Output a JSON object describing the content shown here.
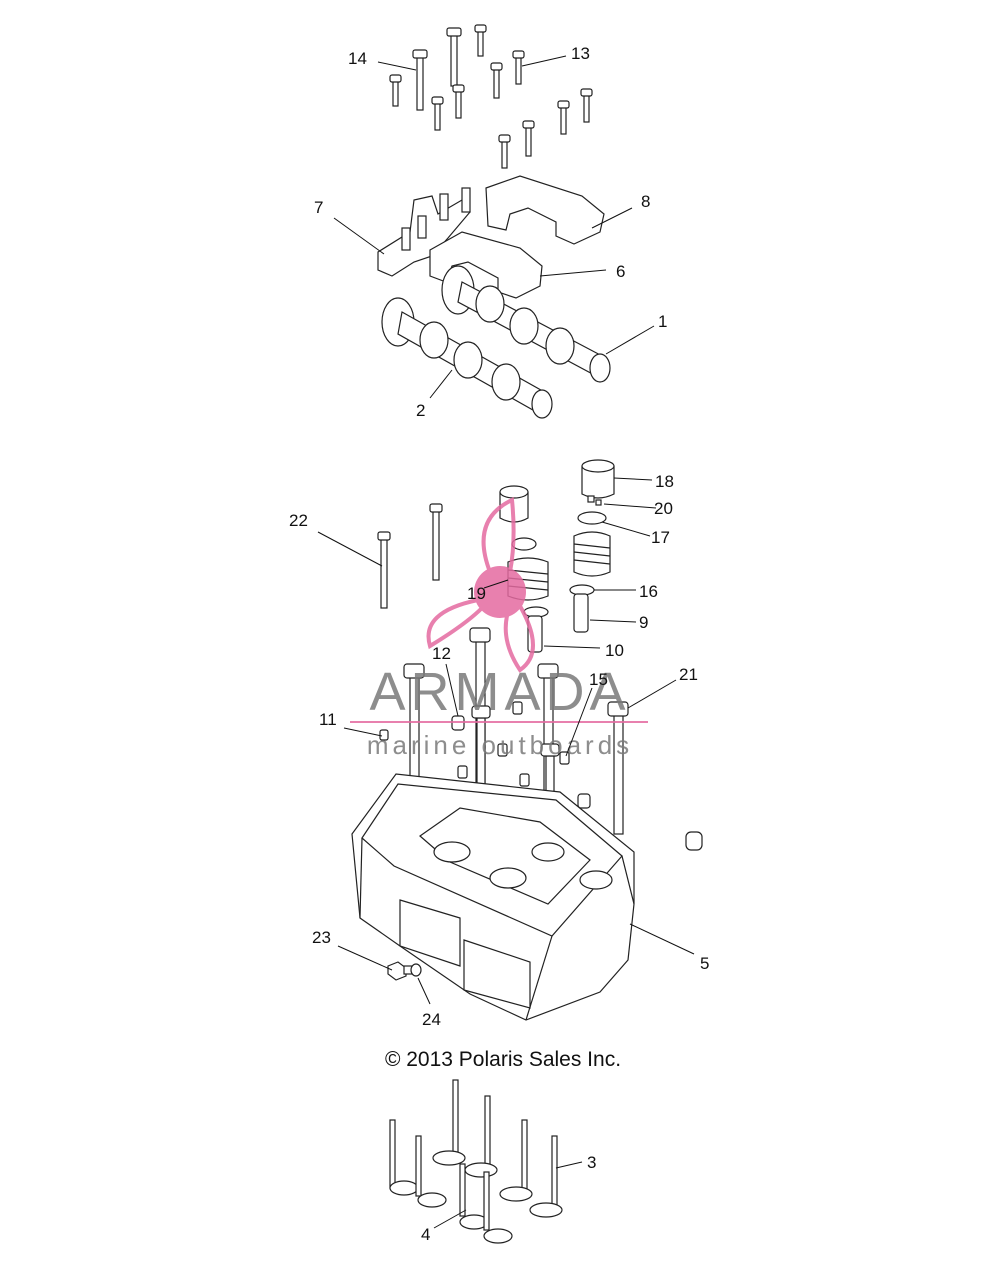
{
  "copyright": "© 2013 Polaris Sales Inc.",
  "watermark": {
    "brand": "ARMADA",
    "tagline": "marine outboards",
    "color": "#e46aa0",
    "text_color": "#7a7a7a"
  },
  "callouts": [
    {
      "id": "1",
      "label": "1"
    },
    {
      "id": "2",
      "label": "2"
    },
    {
      "id": "3",
      "label": "3"
    },
    {
      "id": "4",
      "label": "4"
    },
    {
      "id": "5",
      "label": "5"
    },
    {
      "id": "6",
      "label": "6"
    },
    {
      "id": "7",
      "label": "7"
    },
    {
      "id": "8",
      "label": "8"
    },
    {
      "id": "9",
      "label": "9"
    },
    {
      "id": "10",
      "label": "10"
    },
    {
      "id": "11",
      "label": "11"
    },
    {
      "id": "12",
      "label": "12"
    },
    {
      "id": "13",
      "label": "13"
    },
    {
      "id": "14",
      "label": "14"
    },
    {
      "id": "15",
      "label": "15"
    },
    {
      "id": "16",
      "label": "16"
    },
    {
      "id": "17",
      "label": "17"
    },
    {
      "id": "18",
      "label": "18"
    },
    {
      "id": "19",
      "label": "19"
    },
    {
      "id": "20",
      "label": "20"
    },
    {
      "id": "21",
      "label": "21"
    },
    {
      "id": "22",
      "label": "22"
    },
    {
      "id": "23",
      "label": "23"
    },
    {
      "id": "24",
      "label": "24"
    }
  ]
}
